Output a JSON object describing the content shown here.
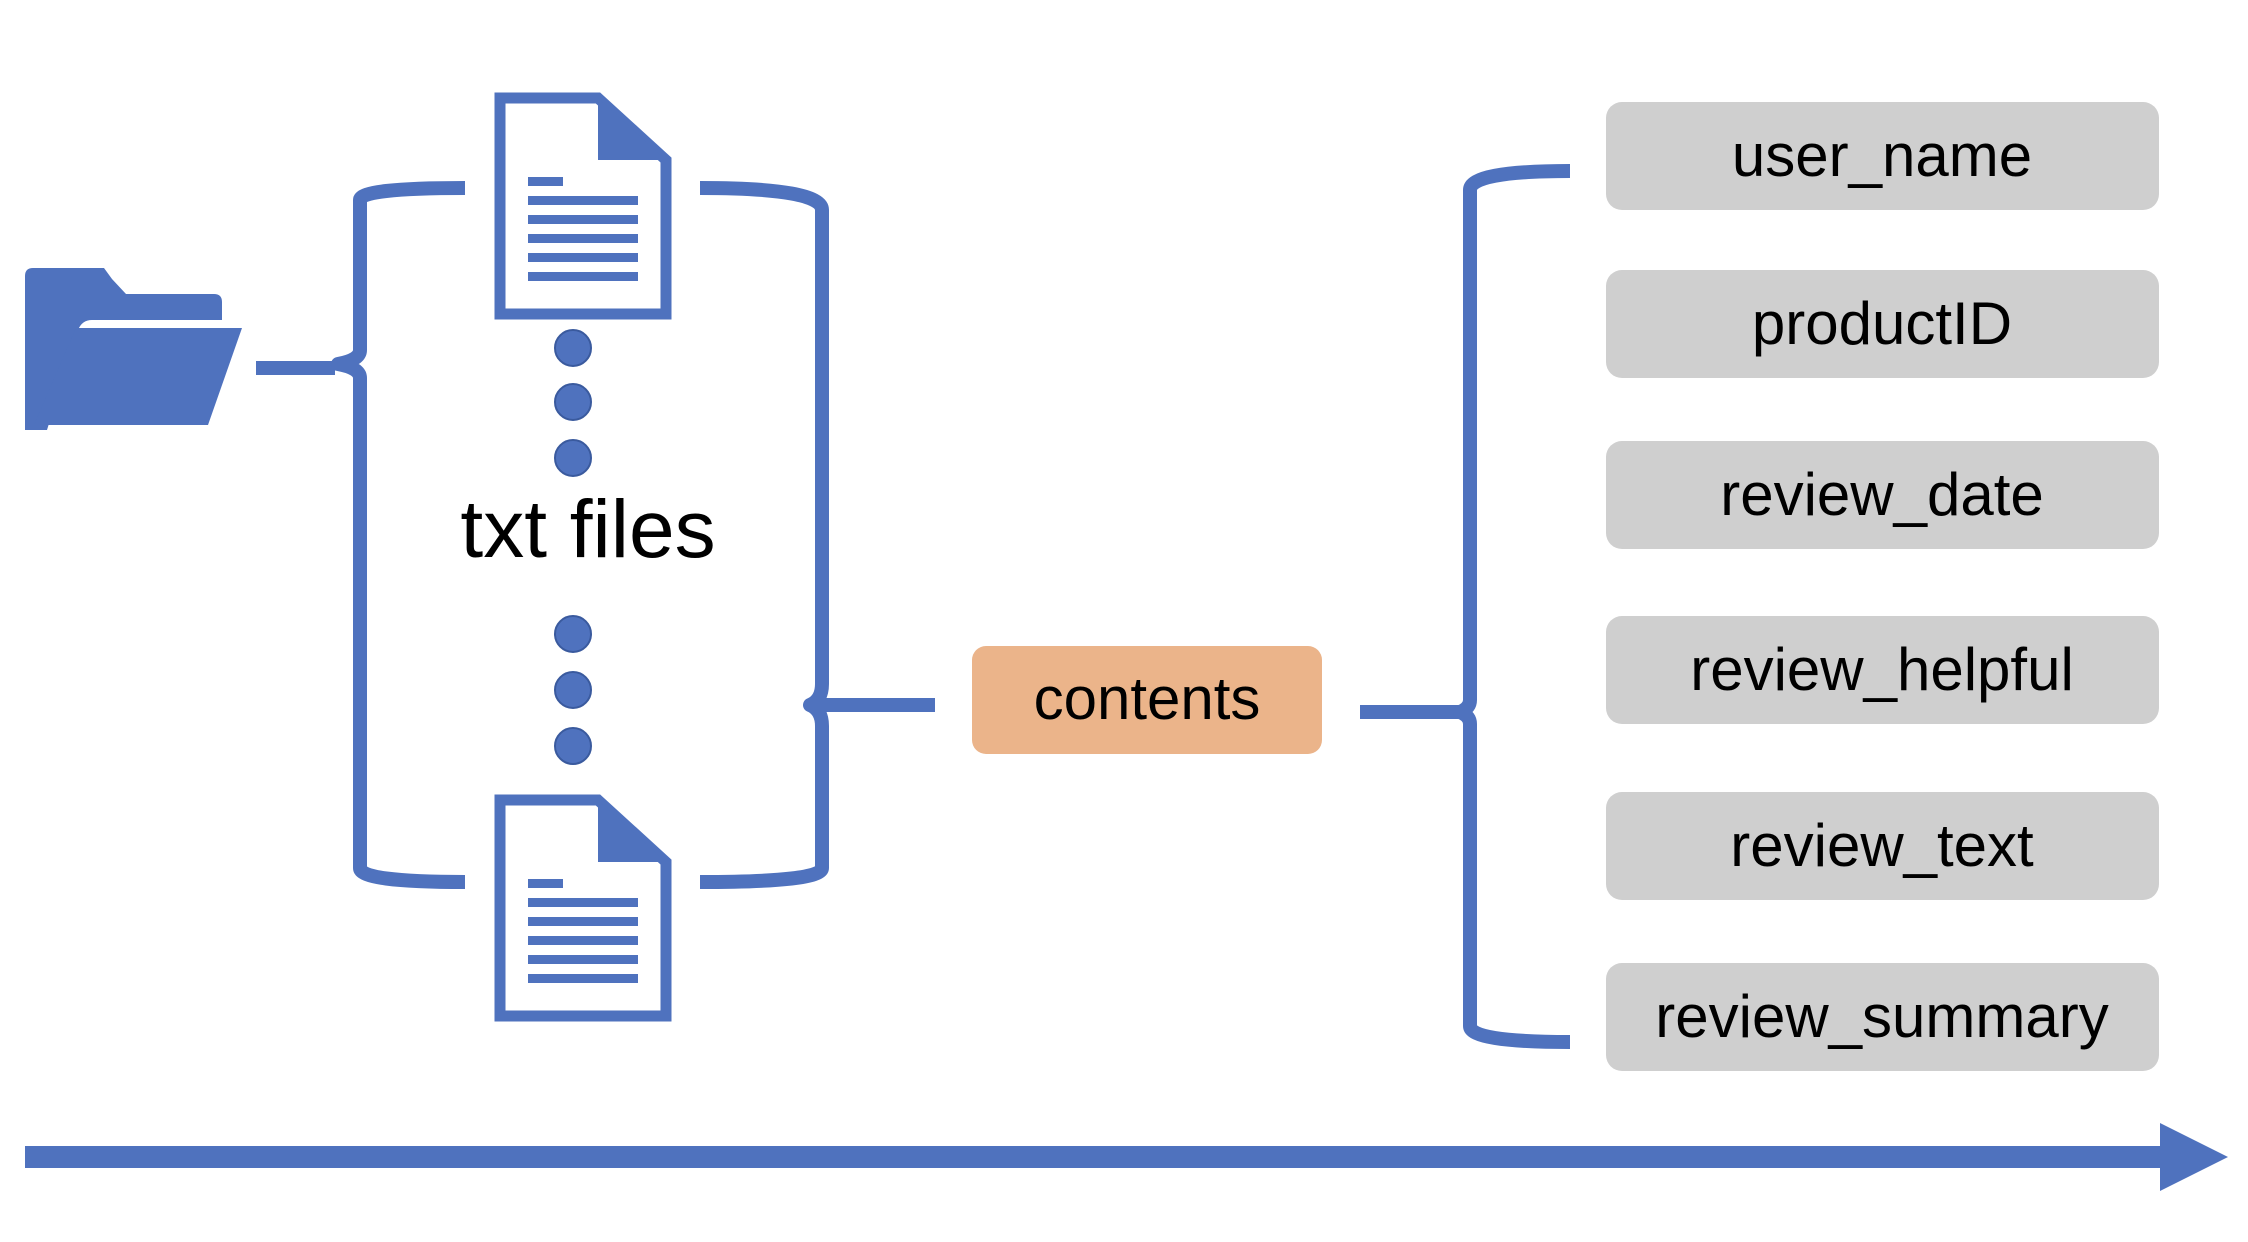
{
  "colors": {
    "blue": "#4f72be",
    "contents_box": "#ebb48a",
    "field_box": "#cfcfcf",
    "background": "#ffffff",
    "text": "#000000"
  },
  "icons": {
    "folder": "folder-icon",
    "document": "document-icon",
    "dot": "ellipsis-dot-icon",
    "arrow": "arrow-right-icon"
  },
  "files_label": "txt files",
  "contents_label": "contents",
  "fields": [
    "user_name",
    "productID",
    "review_date",
    "review_helpful",
    "review_text",
    "review_summary"
  ]
}
